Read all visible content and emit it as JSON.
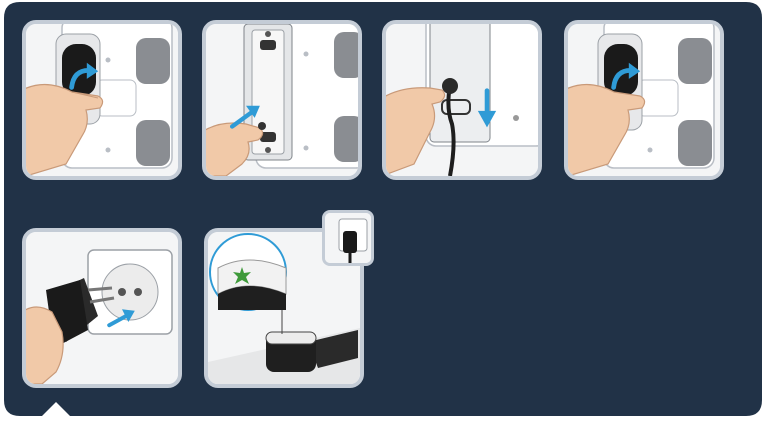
{
  "colors": {
    "panel": "#213247",
    "card_border": "#c4ccd6",
    "card_bg": "#f4f5f6",
    "arrow": "#2f9bd6",
    "led": "#3f9a3a",
    "skin": "#f1c9a8",
    "dark_part": "#2a2a2a"
  },
  "icons": [
    "rotate-arrow-icon",
    "push-arrow-icon",
    "down-arrow-icon",
    "power-plug-icon",
    "status-led-icon"
  ],
  "steps": [
    {
      "id": 1,
      "icon": "rotate-arrow-icon"
    },
    {
      "id": 2,
      "icon": "push-arrow-icon"
    },
    {
      "id": 3,
      "icon": "down-arrow-icon"
    },
    {
      "id": 4,
      "icon": "rotate-arrow-icon"
    },
    {
      "id": 5,
      "icon": "power-plug-icon"
    },
    {
      "id": 6,
      "icon": "status-led-icon"
    }
  ]
}
